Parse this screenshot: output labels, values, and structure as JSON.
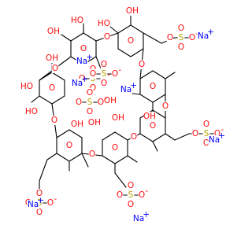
{
  "molecule": {
    "atom_labels": {
      "hydroxyl": "OH",
      "hydroxyl_left": "HO",
      "oxygen": "O",
      "oxide": "O",
      "sulfur": "S",
      "sodium": "Na",
      "plus": "+",
      "minus": "-"
    },
    "colors": {
      "oxygen": "#ff0d0d",
      "sulfur": "#b8a400",
      "sodium": "#0000ff",
      "bond": "#000000"
    },
    "sodium_ion_count": 7,
    "sulfate_group_count": 7,
    "glucose_ring_count": 7
  }
}
